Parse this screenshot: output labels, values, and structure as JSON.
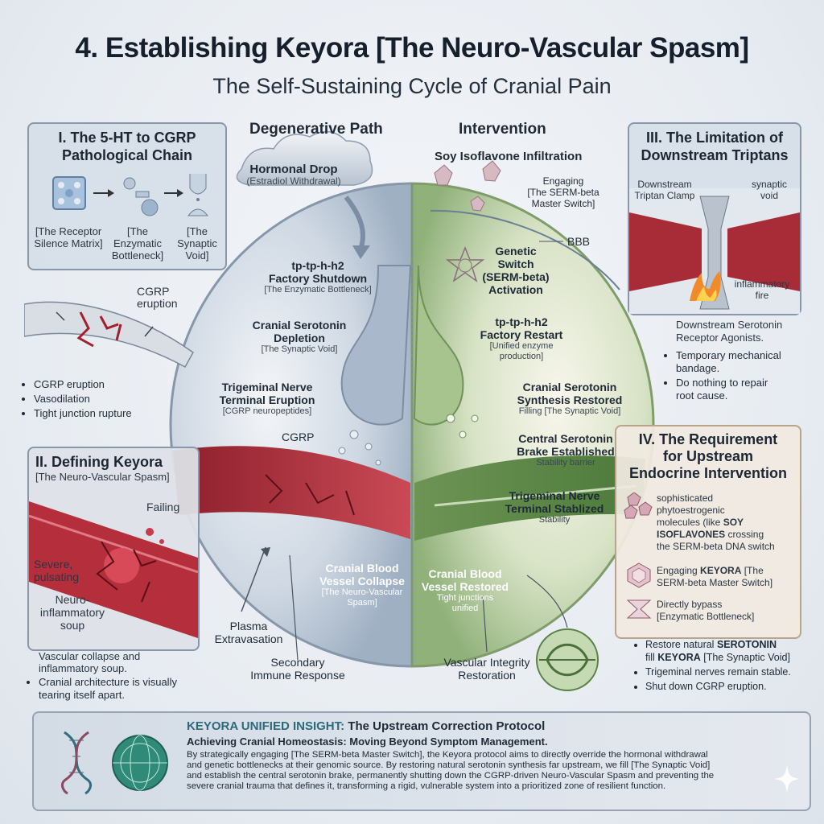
{
  "header": {
    "title": "4. Establishing Keyora [The Neuro-Vascular Spasm]",
    "subtitle": "The Self-Sustaining Cycle of Cranial Pain"
  },
  "panel1": {
    "title_line1": "I. The 5-HT to CGRP",
    "title_line2": "Pathological Chain",
    "items": [
      {
        "line1": "[The Receptor",
        "line2": "Silence Matrix]",
        "line3": ""
      },
      {
        "line1": "[The",
        "line2": "Enzymatic",
        "line3": "Bottleneck]"
      },
      {
        "line1": "[The",
        "line2": "Synaptic",
        "line3": "Void]"
      }
    ]
  },
  "cgrp_left": {
    "label_line1": "CGRP",
    "label_line2": "eruption",
    "bullets": [
      "CGRP eruption",
      "Vasodilation",
      "Tight junction rupture"
    ]
  },
  "panel2": {
    "title": "II. Defining Keyora",
    "subtitle": "[The Neuro-Vascular Spasm]",
    "failing": "Failing",
    "severe_line1": "Severe,",
    "severe_line2": "pulsating",
    "neuro_line1": "Neuro-",
    "neuro_line2": "inflammatory",
    "neuro_line3": "soup",
    "bullets": [
      {
        "line1": "Vascular collapse and",
        "line2": "inflammatory soup."
      },
      {
        "line1": "Cranial architecture is visually",
        "line2": "tearing itself apart."
      }
    ]
  },
  "degenerative": {
    "heading": "Degenerative Path",
    "hormonal_drop": "Hormonal Drop",
    "estradiol": "(Estradiol Withdrawal)",
    "factory_line1": "tp-tp-h-h2",
    "factory_line2": "Factory Shutdown",
    "factory_sub": "[The Enzymatic Bottleneck]",
    "depletion_line1": "Cranial Serotonin",
    "depletion_line2": "Depletion",
    "depletion_sub": "[The Synaptic Void]",
    "eruption_line1": "Trigeminal Nerve",
    "eruption_line2": "Terminal Eruption",
    "eruption_sub": "[CGRP neuropeptides]",
    "cgrp": "CGRP",
    "collapse_line1": "Cranial Blood",
    "collapse_line2": "Vessel Collapse",
    "collapse_sub_line1": "[The Neuro-Vascular",
    "collapse_sub_line2": "Spasm]",
    "plasma_line1": "Plasma",
    "plasma_line2": "Extravasation",
    "immune_line1": "Secondary",
    "immune_line2": "Immune Response"
  },
  "intervention": {
    "heading": "Intervention",
    "soy": "Soy Isoflavone Infiltration",
    "engaging_line1": "Engaging",
    "engaging_line2": "[The SERM-beta",
    "engaging_line3": "Master Switch]",
    "bbb": "BBB",
    "switch_line1": "Genetic",
    "switch_line2": "Switch",
    "switch_line3": "(SERM-beta)",
    "switch_line4": "Activation",
    "restart_line1": "tp-tp-h-h2",
    "restart_line2": "Factory Restart",
    "restart_sub_line1": "[Unified enzyme",
    "restart_sub_line2": "production]",
    "synth_line1": "Cranial Serotonin",
    "synth_line2": "Synthesis Restored",
    "synth_sub": "Filling [The Synaptic Void]",
    "brake_line1": "Central Serotonin",
    "brake_line2": "Brake Established",
    "brake_sub": "Stability barrier",
    "stab_line1": "Trigeminal Nerve",
    "stab_line2": "Terminal Stablized",
    "stab_sub": "Stability",
    "restored_line1": "Cranial Blood",
    "restored_line2": "Vessel Restored",
    "restored_sub_line1": "Tight junctions",
    "restored_sub_line2": "unified",
    "integrity_line1": "Vascular Integrity",
    "integrity_line2": "Restoration"
  },
  "panel3": {
    "title_line1": "III. The Limitation of",
    "title_line2": "Downstream Triptans",
    "clamp_line1": "Downstream",
    "clamp_line2": "Triptan Clamp",
    "void_line1": "synaptic",
    "void_line2": "void",
    "fire_line1": "inflammatory",
    "fire_line2": "fire",
    "bullets": [
      {
        "line1": "Downstream Serotonin",
        "line2": "Receptor Agonists."
      },
      {
        "line1": "Temporary mechanical",
        "line2": "bandage."
      },
      {
        "line1": "Do nothing to repair",
        "line2": "root cause."
      }
    ]
  },
  "panel4": {
    "title_line1": "IV. The Requirement",
    "title_line2": "for Upstream",
    "title_line3": "Endocrine Intervention",
    "item1_line1": "sophisticated",
    "item1_line2": "phytoestrogenic",
    "item1_line3a": "molecules (like ",
    "item1_line3b": "SOY",
    "item1_line4a": "ISOFLAVONES",
    "item1_line4b": " crossing",
    "item1_line5": "the SERM-beta DNA switch",
    "item2_line1a": "Engaging ",
    "item2_line1b": "KEYORA",
    "item2_line1c": " [The",
    "item2_line2": "SERM-beta Master Switch]",
    "item3_line1": "Directly bypass",
    "item3_line2": "[Enzymatic Bottleneck]",
    "b1_line1a": "Restore natural ",
    "b1_line1b": "SEROTONIN",
    "b1_line2a": "fill ",
    "b1_line2b": "KEYORA",
    "b1_line2c": " [The Synaptic Void]",
    "b2": "Trigeminal nerves remain stable.",
    "b3": "Shut down CGRP eruption."
  },
  "insight": {
    "title_accent": "KEYORA UNIFIED INSIGHT:",
    "title_rest": " The Upstream Correction Protocol",
    "subtitle": "Achieving Cranial Homeostasis: Moving Beyond Symptom Management.",
    "body_lines": [
      "By strategically engaging [The SERM-beta Master Switch], the Keyora protocol aims to directly override the hormonal withdrawal",
      "and genetic bottlenecks at their genomic source. By restoring natural serotonin synthesis far upstream, we fill [The Synaptic Void]",
      "and establish the central serotonin brake, permanently shutting down the CGRP-driven Neuro-Vascular Spasm and preventing the",
      "severe cranial trauma that defines it, transforming a rigid, vulnerable system into a prioritized zone of resilient function."
    ]
  },
  "colors": {
    "degenerative": "#8fa3bb",
    "intervention": "#7aa064",
    "vessel_red": "#b8323f",
    "heading_text": "#1f2a36"
  }
}
